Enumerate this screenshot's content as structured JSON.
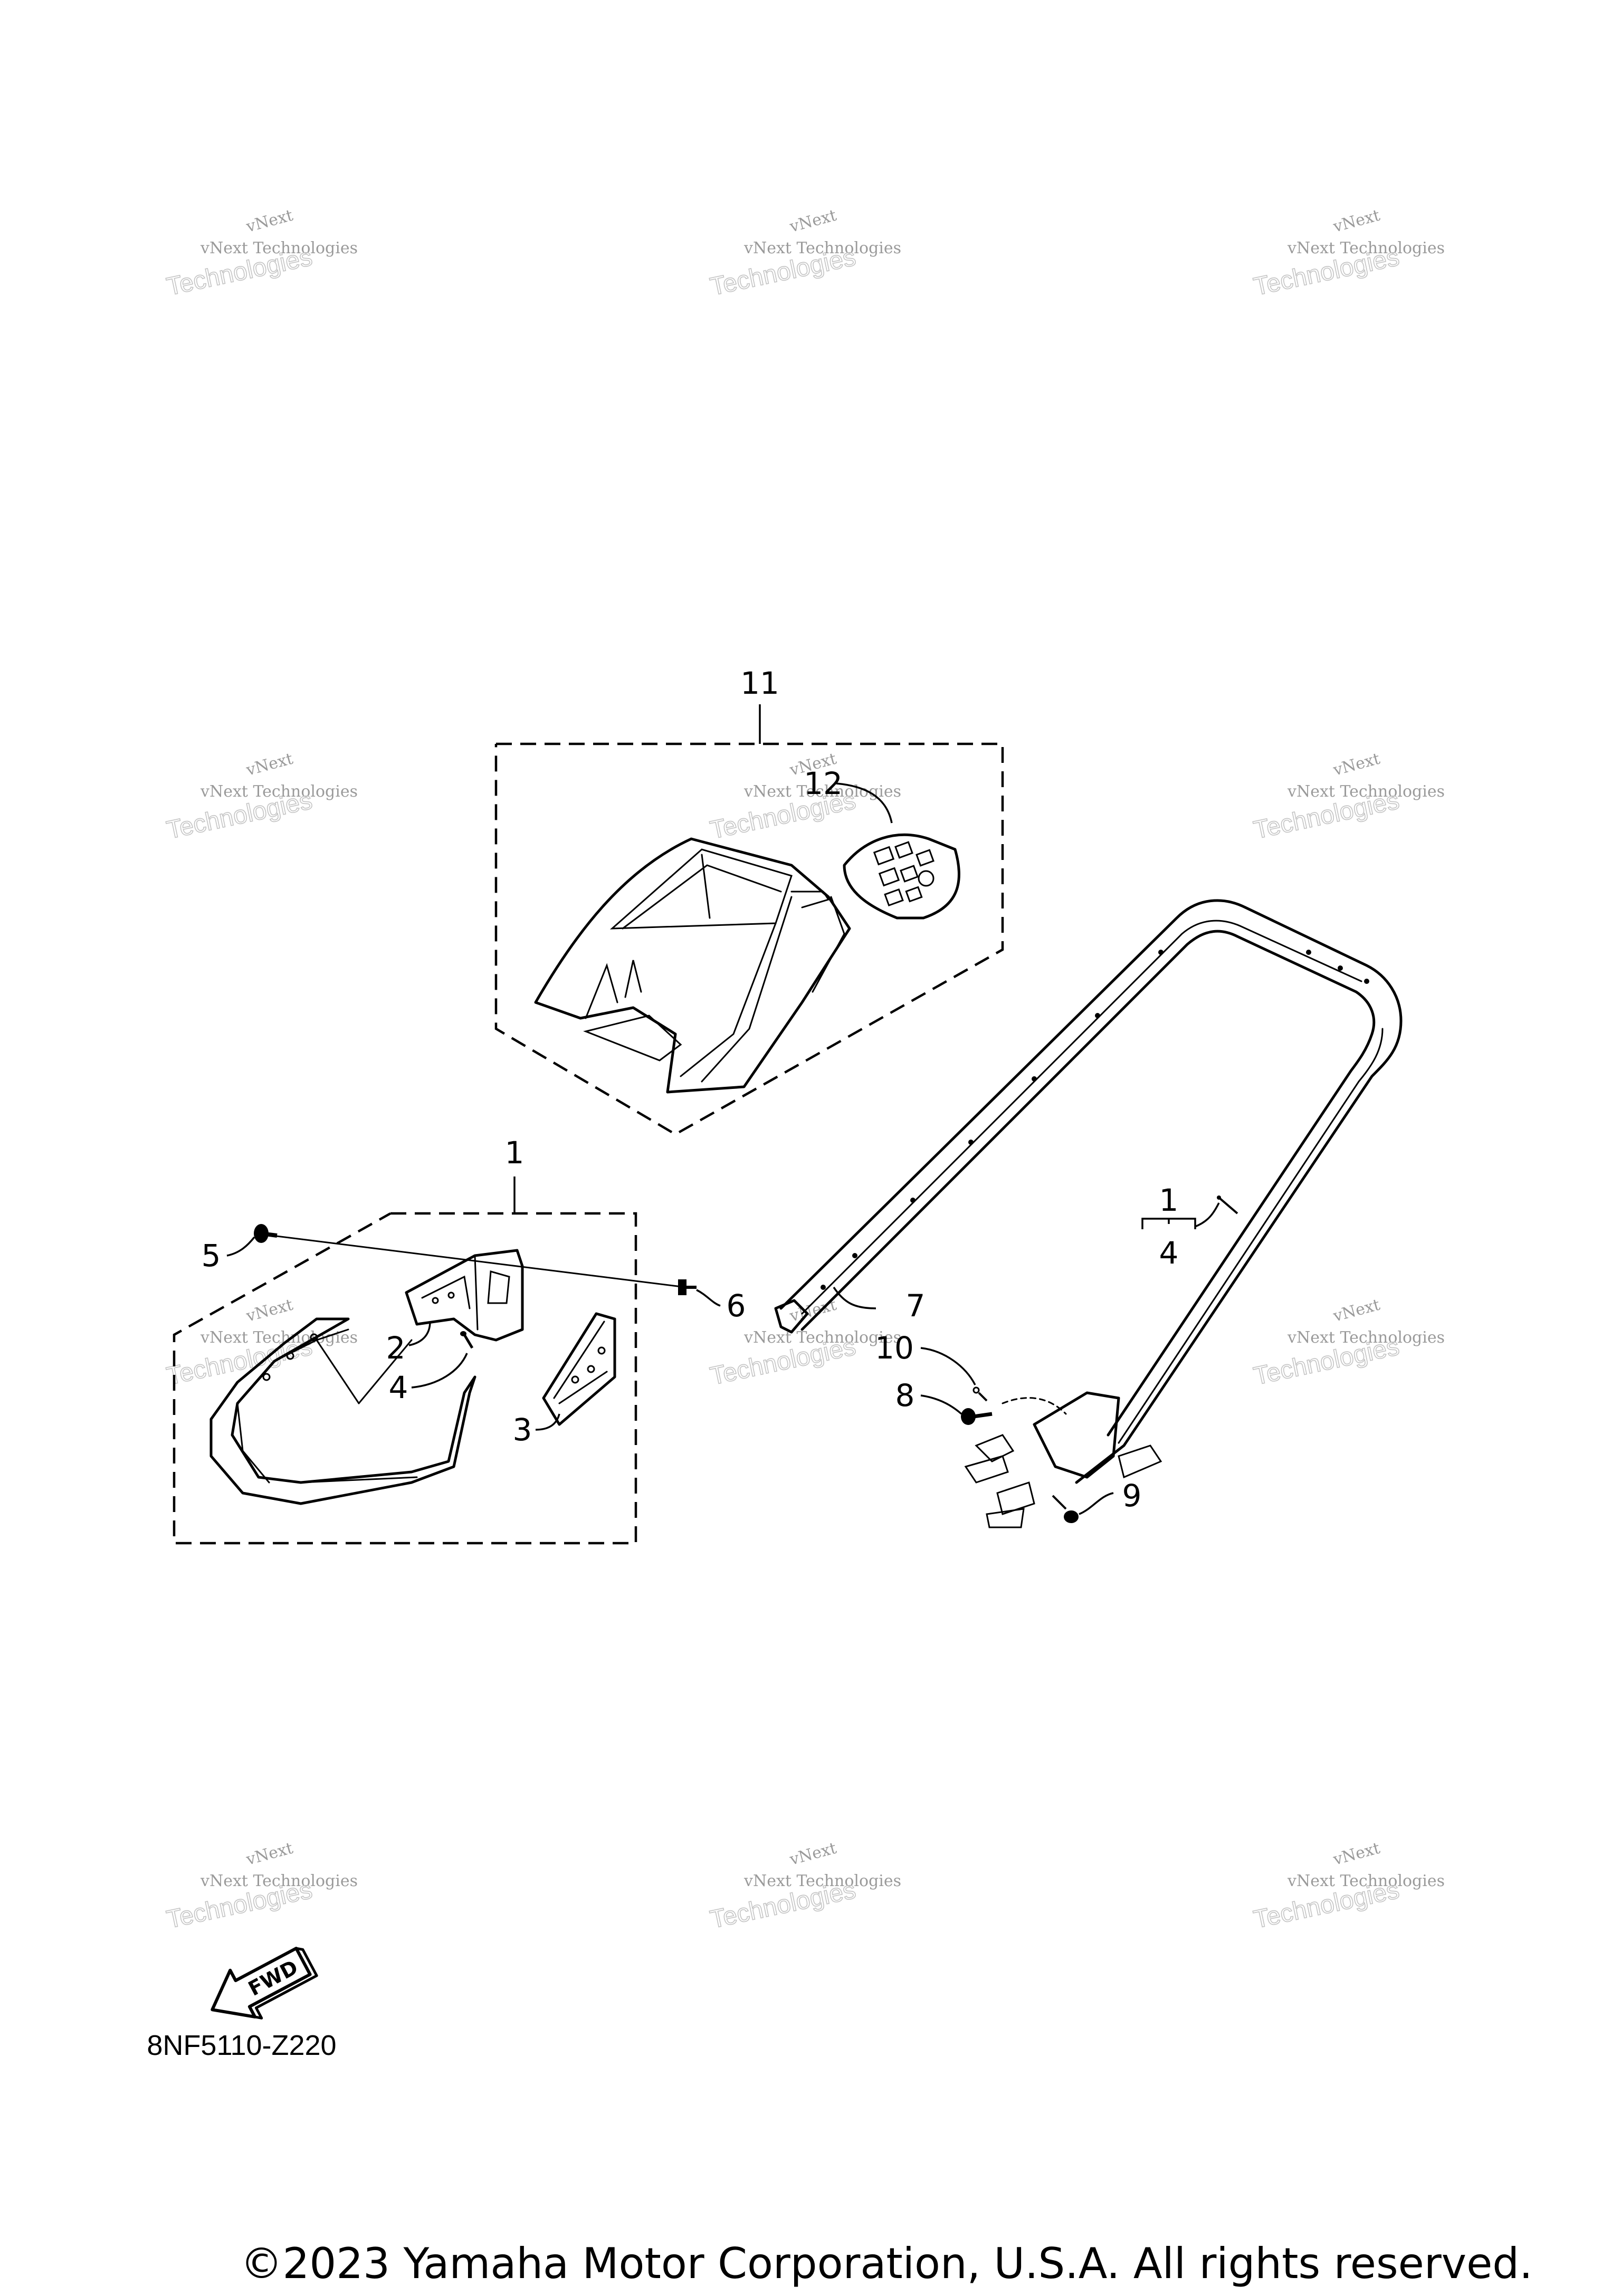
{
  "diagram": {
    "code": "8NF5110-Z220",
    "copyright": "©2023 Yamaha Motor Corporation, U.S.A. All rights reserved.",
    "fwd_label": "FWD",
    "callouts": {
      "c1a": "1",
      "c1b": "1",
      "c2": "2",
      "c3": "3",
      "c4a": "4",
      "c4b": "4",
      "c5": "5",
      "c6": "6",
      "c7": "7",
      "c8": "8",
      "c9": "9",
      "c10": "10",
      "c11": "11",
      "c12": "12"
    },
    "watermark": {
      "line1": "vNext",
      "line2": "vNext Technologies",
      "line3": "Technologies"
    }
  }
}
